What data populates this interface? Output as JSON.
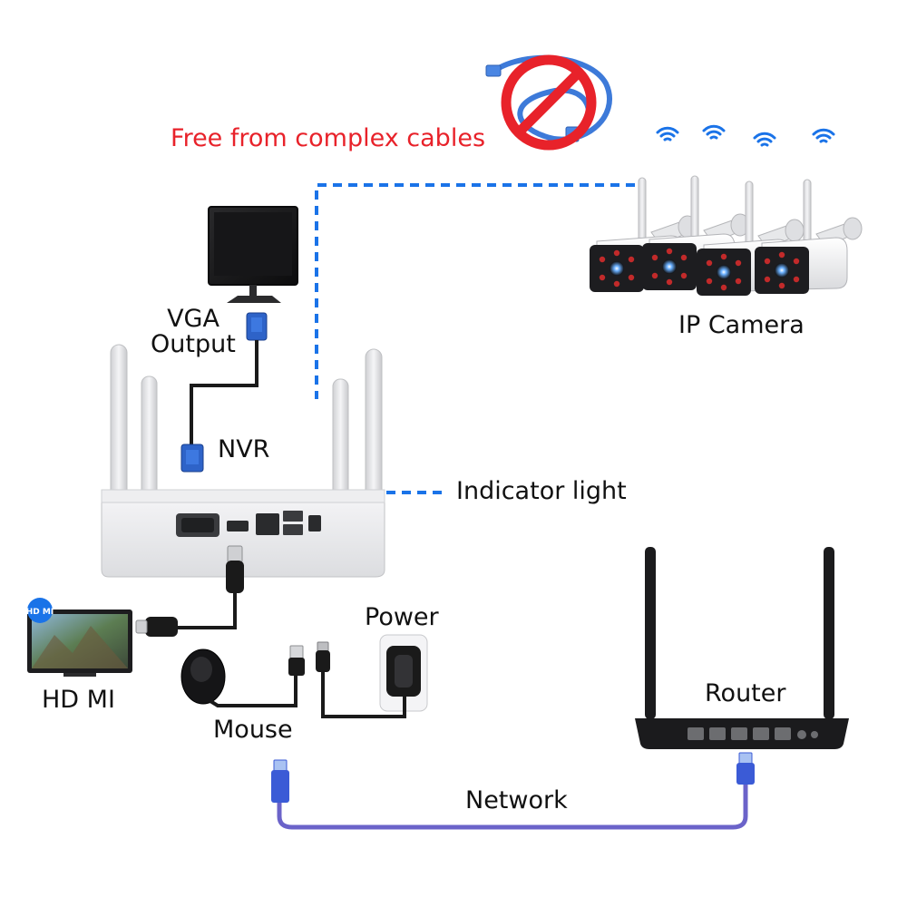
{
  "labels": {
    "headline": "Free from complex cables",
    "vga_line1": "VGA",
    "vga_line2": "Output",
    "nvr": "NVR",
    "ip_camera": "IP Camera",
    "indicator_light": "Indicator light",
    "power": "Power",
    "router": "Router",
    "hdmi": "HD MI",
    "hdmi_badge": "HD MI",
    "mouse": "Mouse",
    "network": "Network"
  },
  "colors": {
    "headline": "#e8222a",
    "prohibited_sign": "#e8222a",
    "dashed_link": "#1a73e8",
    "ethernet_cable": "#6b63c9",
    "ethernet_plug": "#3b5bd6",
    "nvr_body": "#e9e9ec",
    "router_body": "#1b1b1d",
    "camera_body": "#f1f2f4",
    "cable": "#1a1a1a",
    "vga_connector": "#2e63c8"
  },
  "icons": [
    "no-cable-icon",
    "monitor-icon",
    "vga-connector-icon",
    "nvr-icon",
    "wifi-icon",
    "ip-camera-icon",
    "router-icon",
    "hdmi-tv-icon",
    "mouse-icon",
    "power-adapter-icon",
    "ethernet-plug-icon",
    "usb-plug-icon"
  ]
}
